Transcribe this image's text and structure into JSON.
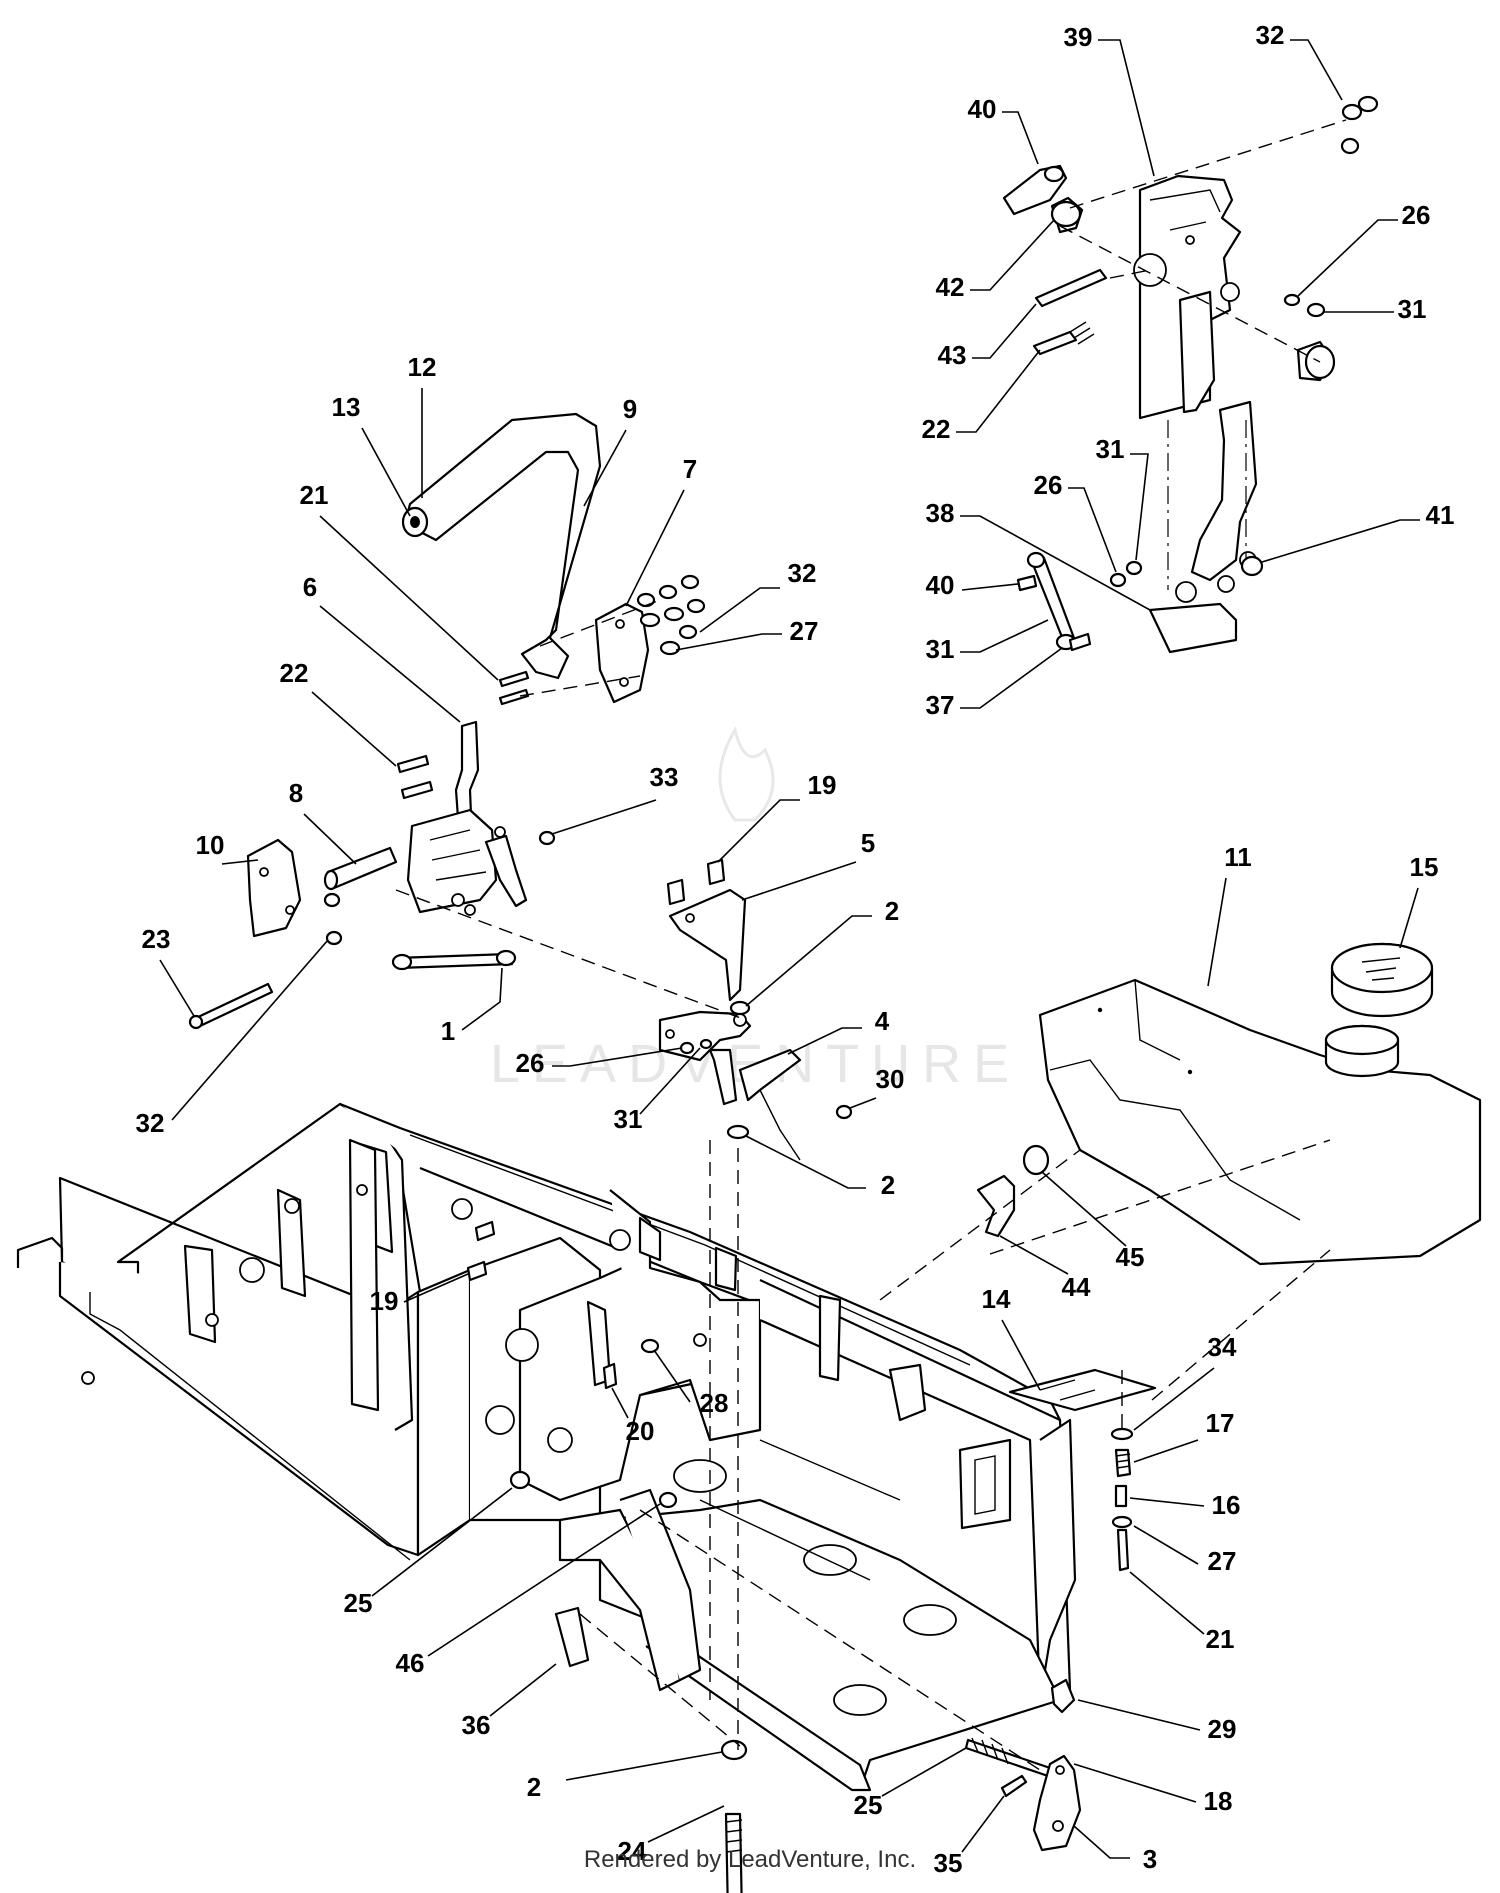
{
  "watermark": "LEADVENTURE",
  "footer": "Rendered by LeadVenture, Inc.",
  "callouts": [
    {
      "id": "c39",
      "label": "39"
    },
    {
      "id": "c32a",
      "label": "32"
    },
    {
      "id": "c40a",
      "label": "40"
    },
    {
      "id": "c26a",
      "label": "26"
    },
    {
      "id": "c42",
      "label": "42"
    },
    {
      "id": "c31a",
      "label": "31"
    },
    {
      "id": "c43",
      "label": "43"
    },
    {
      "id": "c22a",
      "label": "22"
    },
    {
      "id": "c31b",
      "label": "31"
    },
    {
      "id": "c26b",
      "label": "26"
    },
    {
      "id": "c38",
      "label": "38"
    },
    {
      "id": "c41",
      "label": "41"
    },
    {
      "id": "c40b",
      "label": "40"
    },
    {
      "id": "c31c",
      "label": "31"
    },
    {
      "id": "c37",
      "label": "37"
    },
    {
      "id": "c12",
      "label": "12"
    },
    {
      "id": "c13",
      "label": "13"
    },
    {
      "id": "c9",
      "label": "9"
    },
    {
      "id": "c21a",
      "label": "21"
    },
    {
      "id": "c7",
      "label": "7"
    },
    {
      "id": "c32b",
      "label": "32"
    },
    {
      "id": "c27a",
      "label": "27"
    },
    {
      "id": "c6",
      "label": "6"
    },
    {
      "id": "c22b",
      "label": "22"
    },
    {
      "id": "c33",
      "label": "33"
    },
    {
      "id": "c19a",
      "label": "19"
    },
    {
      "id": "c8",
      "label": "8"
    },
    {
      "id": "c10",
      "label": "10"
    },
    {
      "id": "c5",
      "label": "5"
    },
    {
      "id": "c23",
      "label": "23"
    },
    {
      "id": "c2a",
      "label": "2"
    },
    {
      "id": "c1",
      "label": "1"
    },
    {
      "id": "c11",
      "label": "11"
    },
    {
      "id": "c15",
      "label": "15"
    },
    {
      "id": "c4",
      "label": "4"
    },
    {
      "id": "c26c",
      "label": "26"
    },
    {
      "id": "c30",
      "label": "30"
    },
    {
      "id": "c32c",
      "label": "32"
    },
    {
      "id": "c31d",
      "label": "31"
    },
    {
      "id": "c2b",
      "label": "2"
    },
    {
      "id": "c19b",
      "label": "19"
    },
    {
      "id": "c44",
      "label": "44"
    },
    {
      "id": "c45",
      "label": "45"
    },
    {
      "id": "c14",
      "label": "14"
    },
    {
      "id": "c34",
      "label": "34"
    },
    {
      "id": "c28",
      "label": "28"
    },
    {
      "id": "c20",
      "label": "20"
    },
    {
      "id": "c17",
      "label": "17"
    },
    {
      "id": "c16",
      "label": "16"
    },
    {
      "id": "c27b",
      "label": "27"
    },
    {
      "id": "c25a",
      "label": "25"
    },
    {
      "id": "c21b",
      "label": "21"
    },
    {
      "id": "c46",
      "label": "46"
    },
    {
      "id": "c36",
      "label": "36"
    },
    {
      "id": "c29",
      "label": "29"
    },
    {
      "id": "c2c",
      "label": "2"
    },
    {
      "id": "c18",
      "label": "18"
    },
    {
      "id": "c25b",
      "label": "25"
    },
    {
      "id": "c24",
      "label": "24"
    },
    {
      "id": "c3",
      "label": "3"
    },
    {
      "id": "c35",
      "label": "35"
    }
  ]
}
